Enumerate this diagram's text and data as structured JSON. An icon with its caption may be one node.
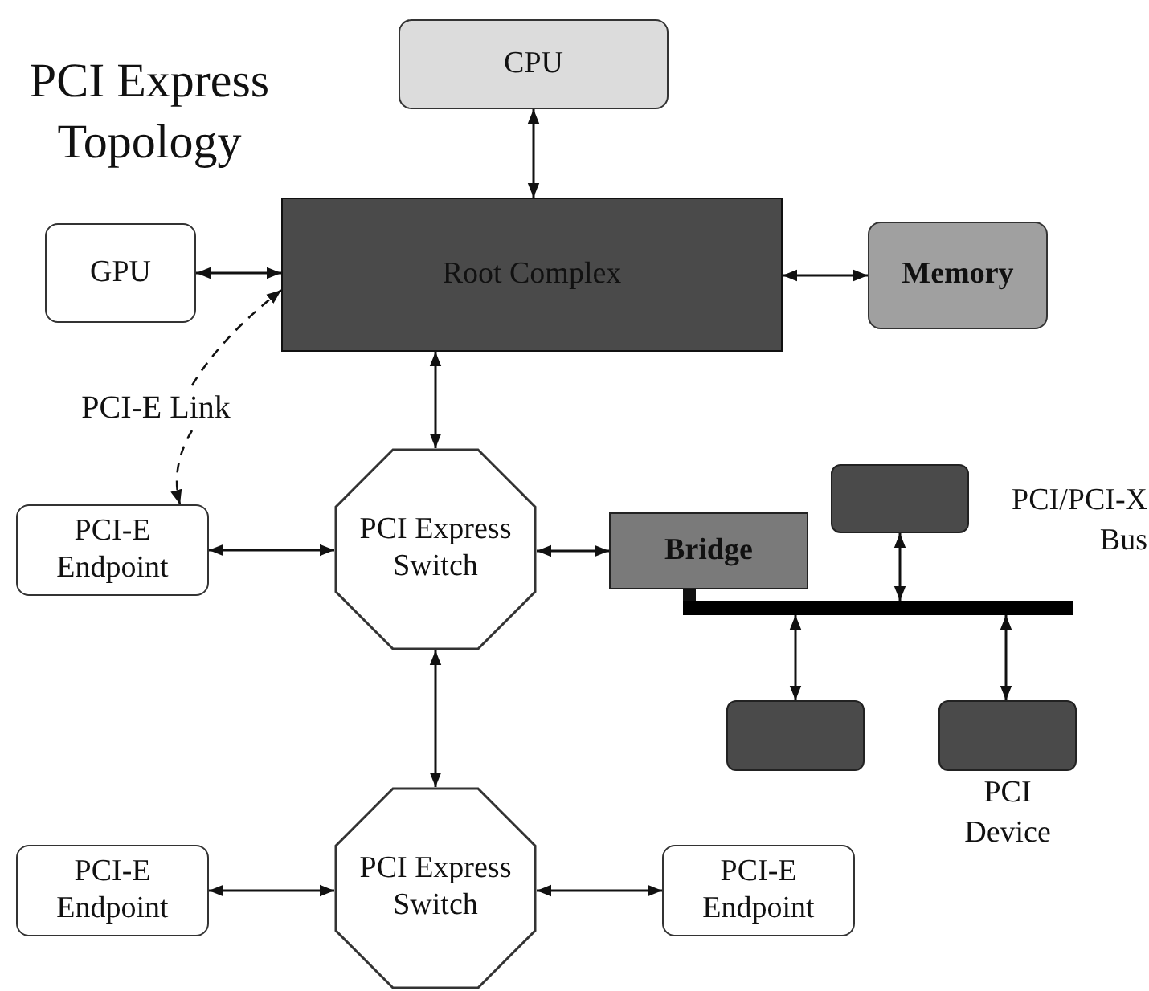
{
  "diagram": {
    "title": "PCI Express Topology",
    "nodes": [
      {
        "text": [
          "CPU"
        ]
      },
      {
        "text": [
          "Root Complex"
        ]
      },
      {
        "text": [
          "GPU"
        ]
      },
      {
        "text": [
          "Memory"
        ]
      },
      {
        "text": [
          "PCI-E Link"
        ]
      },
      {
        "text": [
          "PCI-E Endpoint"
        ]
      },
      {
        "text": [
          "PCI Express Switch"
        ]
      },
      {
        "text": [
          "Bridge"
        ]
      },
      {
        "text": [],
        "shape": "box"
      },
      {
        "text": [],
        "shape": "bar"
      },
      {
        "text": [],
        "shape": "box"
      },
      {
        "text": [],
        "shape": "box",
        "beside": [
          "PCI Device"
        ]
      },
      {
        "text": [
          "PCI-E Endpoint"
        ]
      },
      {
        "text": [
          "PCI Express Switch"
        ]
      },
      {
        "text": [
          "PCI-E Endpoint"
        ]
      }
    ],
    "edges": [
      {
        "from": 0,
        "to": 1,
        "arrow": "both"
      },
      {
        "from": 2,
        "to": 1,
        "arrow": "both"
      },
      {
        "from": 1,
        "to": 3,
        "arrow": "both"
      },
      {
        "from": 1,
        "to": 6,
        "arrow": "both"
      },
      {
        "from": 5,
        "to": 6,
        "arrow": "both"
      },
      {
        "from": 6,
        "to": 7,
        "arrow": "both"
      },
      {
        "from": 7,
        "to": 9,
        "arrow": "none",
        "style": "thick"
      },
      {
        "from": 8,
        "to": 9,
        "arrow": "both"
      },
      {
        "from": 9,
        "to": 10,
        "arrow": "both"
      },
      {
        "from": 9,
        "to": 11,
        "arrow": "both"
      },
      {
        "from": 6,
        "to": 13,
        "arrow": "both"
      },
      {
        "from": 12,
        "to": 13,
        "arrow": "both"
      },
      {
        "from": 13,
        "to": 14,
        "arrow": "both"
      },
      {
        "from": 4,
        "to": 1,
        "arrow": "to",
        "style": "dashed"
      },
      {
        "from": 4,
        "to": 5,
        "arrow": "to",
        "style": "dashed"
      }
    ],
    "labels": [
      "PCI/PCI-X Bus"
    ]
  }
}
